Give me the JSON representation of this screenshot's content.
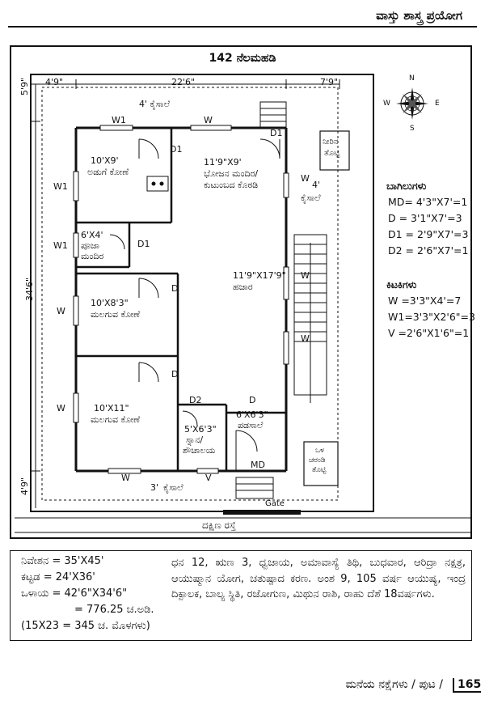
{
  "header": {
    "title": "ವಾಸ್ತು ಶಾಸ್ತ್ರ ಪ್ರಯೋಗ"
  },
  "plan": {
    "title": "142 ನೆಲಮಹಡಿ",
    "dims": {
      "top_left": "4'9\"",
      "top_mid": "22'6\"",
      "top_right": "7'9\"",
      "left_top": "5'9\"",
      "left_mid": "34'6\"",
      "left_bottom": "4'9\"",
      "kaisale_top": "4' ಕೈಸಾಲೆ",
      "kaisale_right_num": "4'",
      "kaisale_right": "ಕೈಸಾಲೆ",
      "kaisale_bottom_num": "3'",
      "kaisale_bottom": "ಕೈಸಾಲೆ"
    },
    "rooms": {
      "kitchen_size": "10'X9'",
      "kitchen_name": "ಅಡುಗೆ ಕೋಣೆ",
      "dining_size": "11'9\"X9'",
      "dining_name1": "ಭೋಜನ ಮಂದಿರ/",
      "dining_name2": "ಕುಟುಂಬದ ಕೊಠಡಿ",
      "pooja_size": "6'X4'",
      "pooja_name1": "ಪೂಜಾ",
      "pooja_name2": "ಮಂದಿರ",
      "hall_size": "11'9\"X17'9\"",
      "hall_name": "ಹಜಾರ",
      "bed1_size": "10'X8'3\"",
      "bed1_name": "ಮಲಗುವ ಕೋಣೆ",
      "bed2_size": "10'X11\"",
      "bed2_name": "ಮಲಗುವ ಕೋಣೆ",
      "bath_size": "5'X6'3\"",
      "bath_name1": "ಸ್ನಾನ/",
      "bath_name2": "ಶೌಚಾಲಯ",
      "padasale_size": "6'X6'3\"",
      "padasale_name": "ಪಡಸಾಲೆ",
      "sump_top_name1": "ನೀರಿನ",
      "sump_top_name2": "ತೊಟ್ಟಿ",
      "sump_bottom_name1": "ಒಳ",
      "sump_bottom_name2": "ಚರಂಡಿ",
      "sump_bottom_name3": "ತೊಟ್ಟಿ"
    },
    "labels": {
      "w": "W",
      "w1": "W1",
      "d": "D",
      "d1": "D1",
      "d2": "D2",
      "v": "V",
      "md": "MD",
      "gate": "Gate"
    },
    "road": "ದಕ್ಷಿಣ ರಸ್ತೆ",
    "compass": {
      "n": "N",
      "s": "S",
      "e": "E",
      "w": "W"
    }
  },
  "legend": {
    "doors_title": "ಬಾಗಿಲುಗಳು",
    "doors": [
      "MD= 4'3\"X7'=1",
      "D  = 3'1\"X7'=3",
      "D1 = 2'9\"X7'=3",
      "D2 = 2'6\"X7'=1"
    ],
    "windows_title": "ಕಿಟಕಿಗಳು",
    "windows": [
      "W =3'3\"X4'=7",
      "W1=3'3\"X2'6\"=3",
      "V  =2'6\"X1'6\"=1"
    ]
  },
  "info_left": [
    "ನಿವೇಶನ = 35'X45'",
    "ಕಟ್ಟಡ      = 24'X36'",
    "ಒಳಾಯ  = 42'6\"X34'6\"",
    "= 776.25 ಚ.ಅಡಿ.",
    "(15X23 = 345 ಚ. ಮೊಳಗಳು)"
  ],
  "info_right": "ಧನ 12, ಋಣ 3, ಧ್ವಜಾಯ, ಅಮಾವಾಸ್ಯೆ ತಿಥಿ, ಬುಧವಾರ, ಆರಿದ್ರಾ ನಕ್ಷತ್ರ, ಆಯುಷ್ಮಾನ ಯೋಗ, ಚತುಷ್ಪಾದ ಕರಣ. ಅಂಶ 9, 105 ವರ್ಷ ಆಯುಷ್ಯ, ಇಂದ್ರ ದಿಕ್ಪಾಲಕ, ಬಾಲ್ಯ ಸ್ಥಿತಿ, ರಜೋಗುಣ, ಮಿಥುನ ರಾಶಿ, ರಾಹು ದೆಶೆ 18ವರ್ಷಗಳು.",
  "footer": {
    "text": "ಮನೆಯ ನಕ್ಷೆಗಳು / ಪುಟ /",
    "page": "165"
  }
}
